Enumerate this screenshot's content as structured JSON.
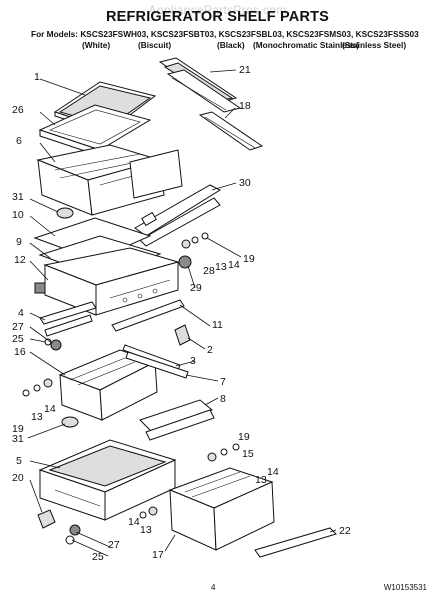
{
  "header": {
    "watermark": "AppliancePartsPros.com",
    "title": "REFRIGERATOR SHELF PARTS",
    "models_line": "For Models: KSCS23FSWH03, KSCS23FSBT03, KSCS23FSBL03, KSCS23FSMS03, KSCS23FSSS03",
    "variants": [
      "(White)",
      "(Biscuit)",
      "(Black)",
      "(Monochromatic Stainless)",
      "(Stainless Steel)"
    ]
  },
  "callouts": {
    "c1": "1",
    "c21": "21",
    "c26": "26",
    "c18": "18",
    "c6": "6",
    "c30": "30",
    "c31a": "31",
    "c10": "10",
    "c9": "9",
    "c19a": "19",
    "c28": "28",
    "c13a": "13",
    "c14a": "14",
    "c12": "12",
    "c29": "29",
    "c4": "4",
    "c11": "11",
    "c27a": "27",
    "c25a": "25",
    "c2": "2",
    "c16": "16",
    "c3": "3",
    "c7": "7",
    "c13b": "13",
    "c14b": "14",
    "c8": "8",
    "c19b": "19",
    "c31b": "31",
    "c19c": "19",
    "c15": "15",
    "c5": "5",
    "c14c": "14",
    "c13c": "13",
    "c20": "20",
    "c22": "22",
    "c25b": "25",
    "c27b": "27",
    "c17": "17",
    "c14d": "14",
    "c13d": "13"
  },
  "footer": {
    "page_number": "4",
    "doc_code": "W10153531"
  }
}
